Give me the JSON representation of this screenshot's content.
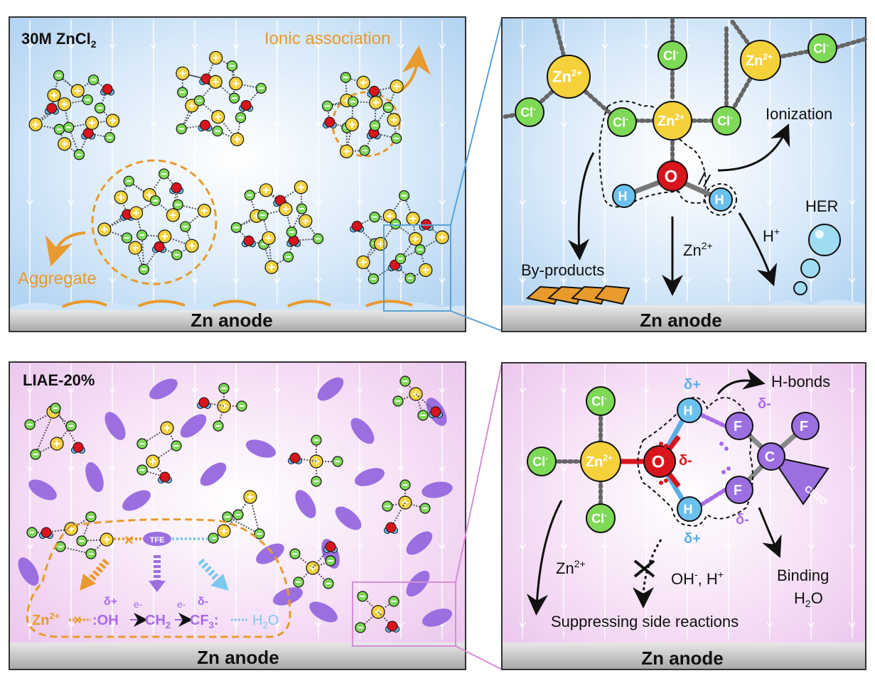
{
  "panels": {
    "top_left": {
      "title": "30M ZnCl",
      "title_sub": "2",
      "ionic_association": "Ionic association",
      "aggregate": "Aggregate",
      "anode": "Zn anode"
    },
    "top_right": {
      "ionization": "Ionization",
      "her": "HER",
      "h_plus": "H",
      "h_plus_sup": "+",
      "zn2": "Zn",
      "zn2_sup": "2+",
      "by_products": "By-products",
      "anode": "Zn anode",
      "zn_ion": "Zn",
      "zn_ion_sup": "2+",
      "cl_ion": "Cl",
      "cl_ion_sup": "-",
      "o_atom": "O",
      "h_atom": "H"
    },
    "bottom_left": {
      "title": "LIAE-20%",
      "tfe": "TFE",
      "anode": "Zn anode",
      "formula": {
        "zn": "Zn",
        "zn_sup": "2+",
        "oh": "OH",
        "ch2": "CH",
        "ch2_sub": "2",
        "cf3": "CF",
        "cf3_sub": "3",
        "h2o": "H",
        "h2o_sub": "2",
        "h2o_o": "O",
        "delta_plus": "δ+",
        "delta_minus": "δ-",
        "e_minus": "e-"
      }
    },
    "bottom_right": {
      "h_bonds": "H-bonds",
      "binding": "Binding",
      "h2o": "H",
      "h2o_sub": "2",
      "h2o_o": "O",
      "zn2": "Zn",
      "zn2_sup": "2+",
      "oh_h": "OH",
      "oh_h_rest": ", H",
      "oh_sup": "-",
      "h_sup": "+",
      "suppressing": "Suppressing side reactions",
      "anode": "Zn anode",
      "delta_plus": "δ+",
      "delta_minus": "δ-",
      "f_atom": "F",
      "c_atom": "C",
      "ch3o": "CH3O"
    }
  },
  "colors": {
    "zn_yellow": "#f5d23c",
    "cl_green": "#7ed957",
    "o_red": "#d8141c",
    "h_blue": "#6bc1ee",
    "tfe_purple": "#9b6fe0",
    "orange": "#e89a2c",
    "panel_blue": "#bfdcf5",
    "panel_pink": "#f2d6f3"
  }
}
